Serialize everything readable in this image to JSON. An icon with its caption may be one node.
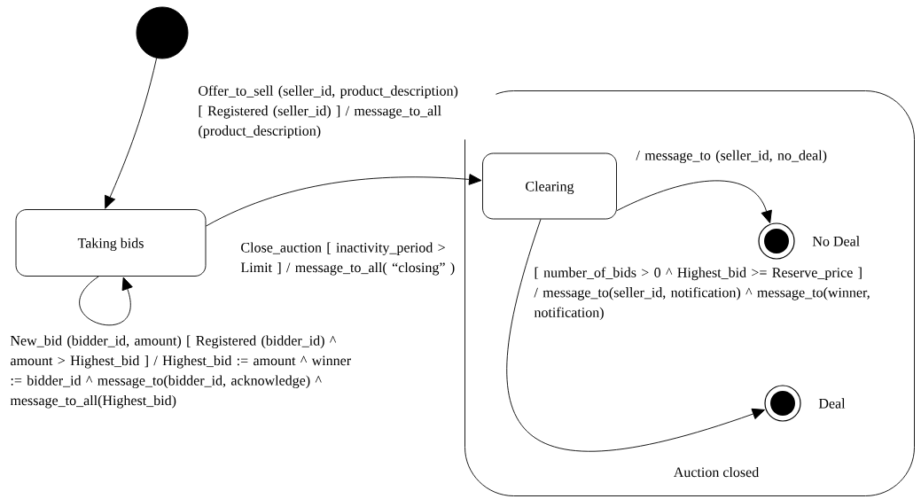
{
  "diagram": {
    "nodes": [
      {
        "text": [],
        "shape": "circle"
      },
      {
        "text": [
          "Taking bids"
        ]
      },
      {
        "text": [
          "Auction closed"
        ]
      },
      {
        "text": [
          "Clearing"
        ],
        "in": 2
      },
      {
        "text": [],
        "shape": "circle",
        "beside": [
          "No Deal"
        ],
        "in": 2
      },
      {
        "text": [],
        "shape": "circle",
        "beside": [
          "Deal"
        ],
        "in": 2
      }
    ],
    "edges": [
      {
        "from": 0,
        "to": 1,
        "arrow": "to",
        "label": "Offer_to_sell (seller_id, product_description) [ Registered (seller_id) ] / message_to_all (product_description)"
      },
      {
        "from": 1,
        "to": 3,
        "arrow": "to",
        "label": "Close_auction [ inactivity_period > Limit ] / message_to_all( “closing” )"
      },
      {
        "from": 1,
        "to": 1,
        "arrow": "to",
        "label": "New_bid (bidder_id, amount) [ Registered (bidder_id) ^ amount > Highest_bid ] / Highest_bid := amount ^ winner := bidder_id ^ message_to(bidder_id, acknowledge) ^ message_to_all(Highest_bid)"
      },
      {
        "from": 3,
        "to": 4,
        "arrow": "to",
        "label": "/ message_to (seller_id, no_deal)"
      },
      {
        "from": 3,
        "to": 5,
        "arrow": "to",
        "label": "[ number_of_bids > 0 ^ Highest_bid >= Reserve_price ] / message_to(seller_id, notification) ^ message_to(winner, notification)"
      }
    ]
  }
}
